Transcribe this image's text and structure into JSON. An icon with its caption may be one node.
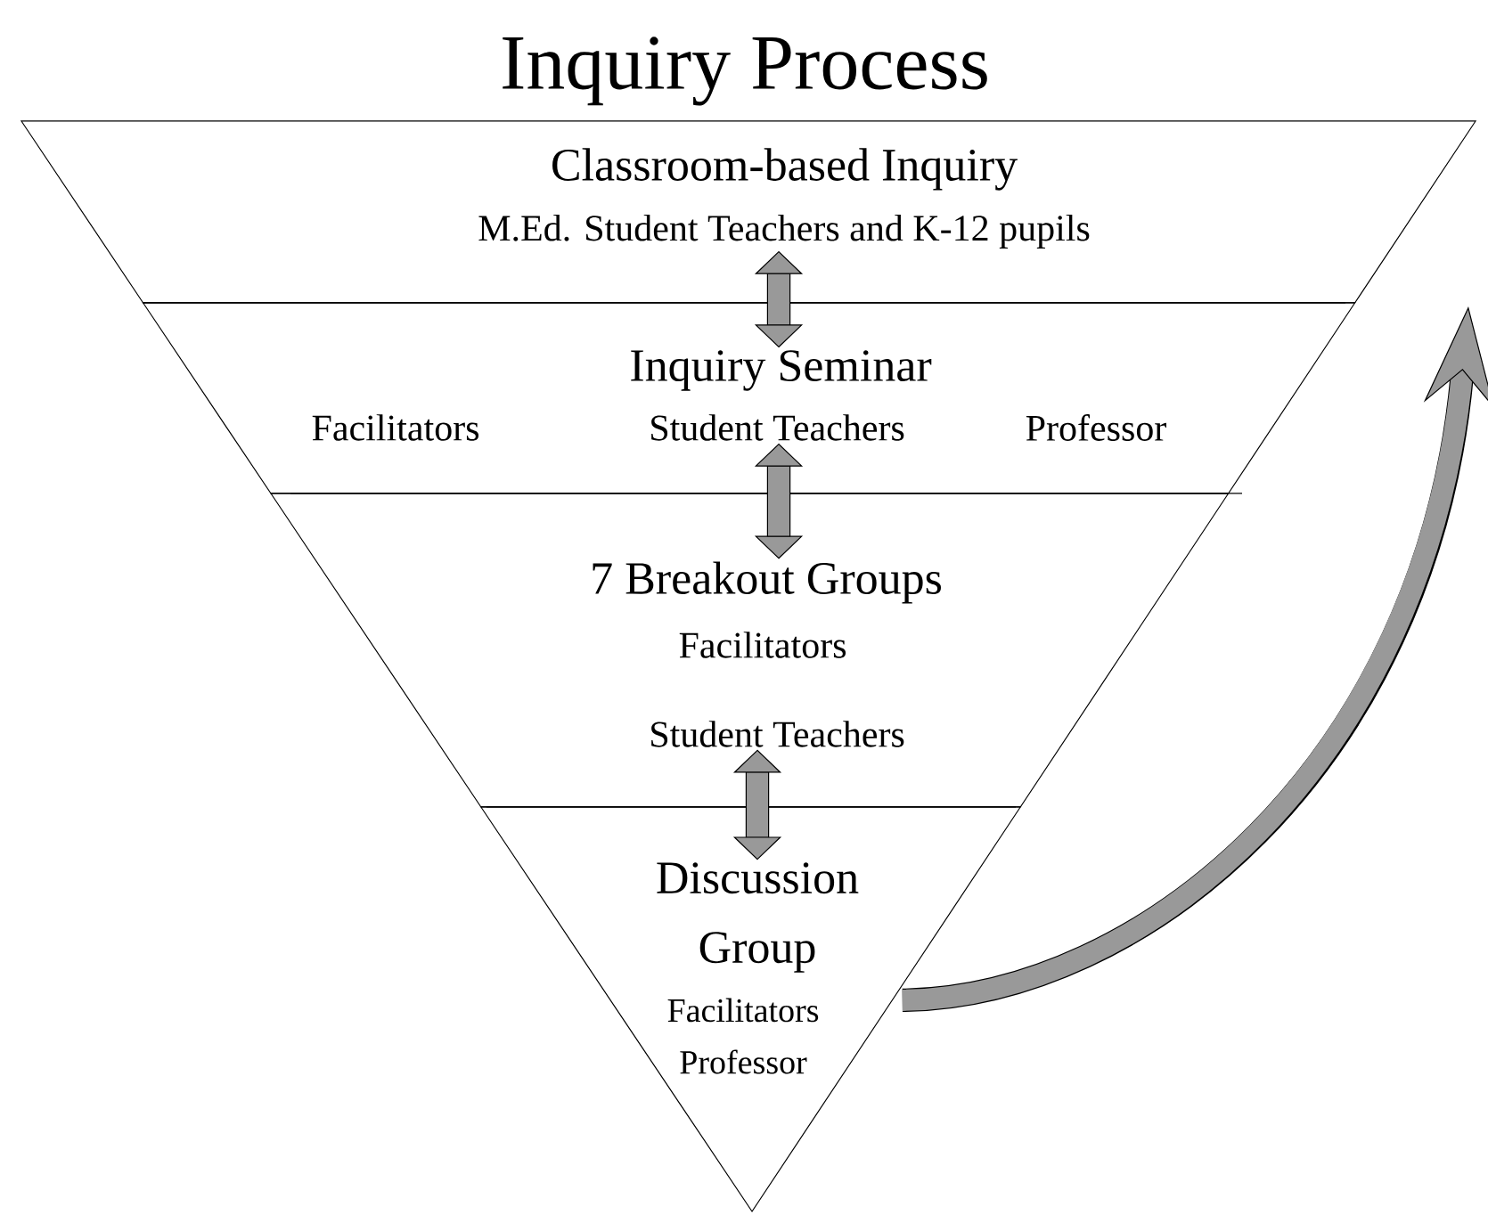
{
  "diagram": {
    "title": "Inquiry Process",
    "nodes": [
      {
        "text": [
          "Classroom-based Inquiry",
          "M.Ed. Student Teachers and K-12 pupils"
        ]
      },
      {
        "text": [
          "Inquiry Seminar",
          "Facilitators",
          "Student Teachers",
          "Professor"
        ]
      },
      {
        "text": [
          "7 Breakout Groups",
          "Facilitators",
          "Student Teachers"
        ]
      },
      {
        "text": [
          "Discussion Group",
          "Facilitators",
          "Professor"
        ]
      }
    ],
    "edges": [
      {
        "from": 0,
        "to": 1,
        "arrow": "both"
      },
      {
        "from": 1,
        "to": 2,
        "arrow": "both"
      },
      {
        "from": 2,
        "to": 3,
        "arrow": "both"
      },
      {
        "from": 3,
        "to": 0,
        "arrow": "to",
        "color": "#999999"
      }
    ]
  }
}
